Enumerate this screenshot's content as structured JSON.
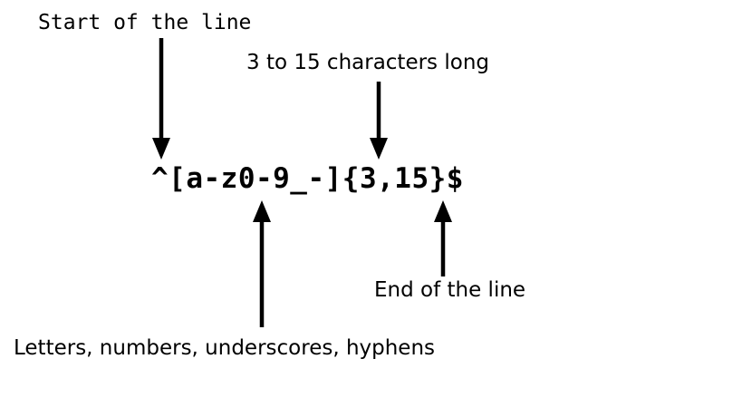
{
  "diagram": {
    "title": "Regex annotation diagram",
    "background_color": "#ffffff",
    "stroke_color": "#000000",
    "pattern": "^[a-z0-9_-]{3,15}$",
    "annotations": [
      {
        "id": "start-of-line",
        "label": "Start of the line",
        "font": "mono",
        "arrow_direction": "down",
        "target_token": "^"
      },
      {
        "id": "length-range",
        "label": "3 to 15 characters long",
        "font": "sans",
        "arrow_direction": "down",
        "target_token": "{3,15}"
      },
      {
        "id": "allowed-characters",
        "label": "Letters, numbers, underscores, hyphens",
        "font": "sans",
        "arrow_direction": "up",
        "target_token": "[a-z0-9_-]"
      },
      {
        "id": "end-of-line",
        "label": "End of the line",
        "font": "sans",
        "arrow_direction": "up",
        "target_token": "$"
      }
    ],
    "clipped_fragment": ","
  }
}
